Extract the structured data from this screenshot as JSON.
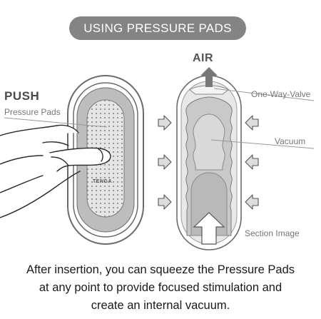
{
  "title": "USING PRESSURE PADS",
  "labels": {
    "push": "PUSH",
    "pressure_pads": "Pressure Pads",
    "air": "AIR",
    "one_way_valve": "One-Way-Valve",
    "vacuum": "Vacuum",
    "section_image": "Section Image",
    "brand": "TENGA"
  },
  "caption": {
    "line1": "After insertion, you can squeeze the Pressure Pads",
    "line2": "at any point to provide focused stimulation and",
    "line3": "create an internal vacuum."
  },
  "colors": {
    "title_bg": "#848484",
    "device_outline": "#6a6a6a",
    "pad_fill": "#d8d8d8",
    "arrow_fill": "#dddddd"
  }
}
